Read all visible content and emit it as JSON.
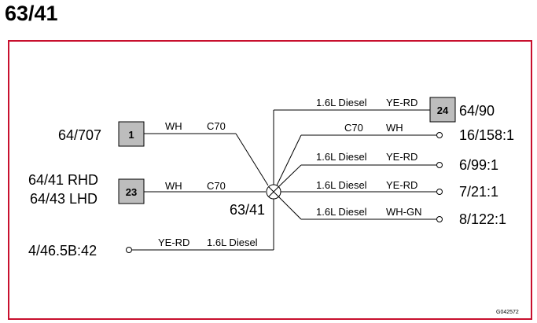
{
  "page": {
    "title": "63/41"
  },
  "frame": {
    "border_color": "#c8102e"
  },
  "splice": {
    "label": "63/41"
  },
  "connectors": {
    "c1": {
      "pin": "1",
      "ref": "64/707",
      "wire_color": "WH",
      "wire_code": "C70"
    },
    "c23": {
      "pin": "23",
      "ref_line1": "64/41 RHD",
      "ref_line2": "64/43 LHD",
      "wire_color": "WH",
      "wire_code": "C70"
    },
    "c24": {
      "pin": "24",
      "ref": "64/90",
      "wire_variant": "1.6L Diesel",
      "wire_color": "YE-RD"
    }
  },
  "terminals": {
    "t1": {
      "ref": "16/158:1",
      "wire_code": "C70",
      "wire_color": "WH"
    },
    "t2": {
      "ref": "6/99:1",
      "wire_variant": "1.6L Diesel",
      "wire_color": "YE-RD"
    },
    "t3": {
      "ref": "7/21:1",
      "wire_variant": "1.6L Diesel",
      "wire_color": "YE-RD"
    },
    "t4": {
      "ref": "8/122:1",
      "wire_variant": "1.6L Diesel",
      "wire_color": "WH-GN"
    },
    "t5": {
      "ref": "4/46.5B:42",
      "wire_color": "YE-RD",
      "wire_variant": "1.6L Diesel"
    }
  },
  "figure_code": "G042572",
  "colors": {
    "pin_box_fill": "#bdbdbd",
    "wire": "#000000"
  }
}
